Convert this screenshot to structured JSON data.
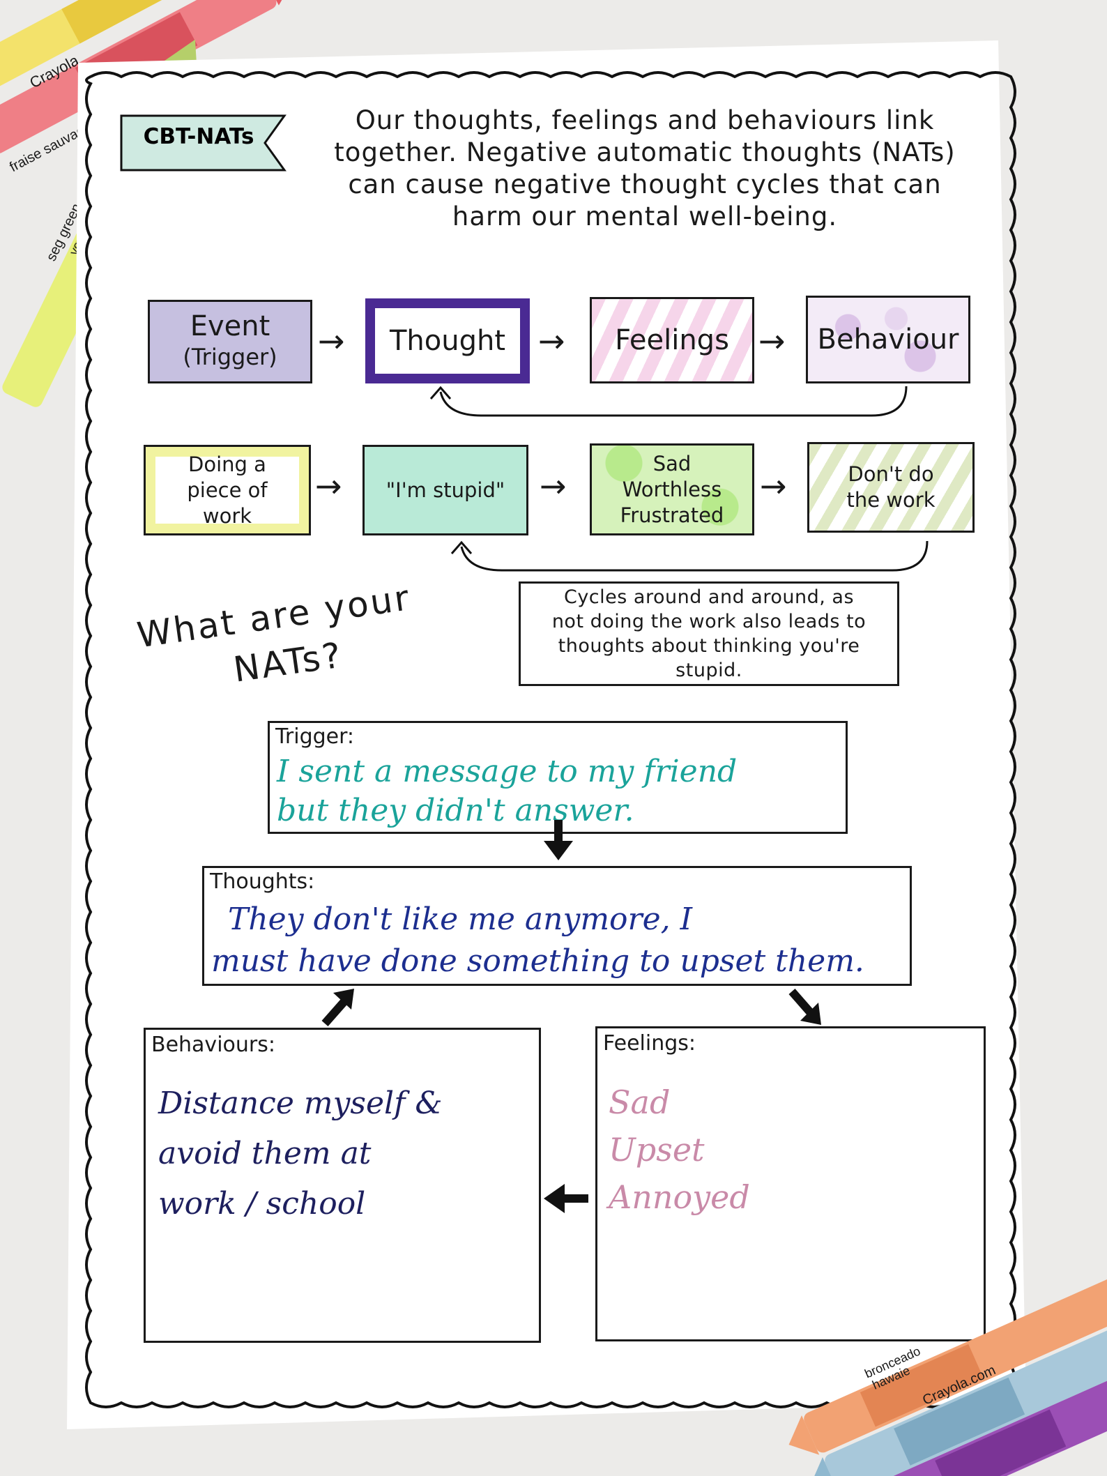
{
  "badge": "CBT-NATs",
  "intro": [
    "Our thoughts, feelings and behaviours link",
    "together. Negative automatic thoughts (NATs)",
    "can cause negative thought cycles that can",
    "harm our mental well-being."
  ],
  "cycle_generic": {
    "event": [
      "Event",
      "(Trigger)"
    ],
    "thought": "Thought",
    "feelings": "Feelings",
    "behaviour": "Behaviour"
  },
  "cycle_example": {
    "event": [
      "Doing a",
      "piece of",
      "work"
    ],
    "thought": "\"I'm stupid\"",
    "feelings": [
      "Sad",
      "Worthless",
      "Frustrated"
    ],
    "behaviour": [
      "Don't do",
      "the work"
    ]
  },
  "cycle_note": [
    "Cycles around and around, as",
    "not doing the work also leads to",
    "thoughts about thinking you're",
    "stupid."
  ],
  "question": [
    "What are your",
    "NATs?"
  ],
  "worksheet": {
    "trigger_label": "Trigger:",
    "trigger_text": [
      "I sent a message to my friend",
      "but they didn't answer."
    ],
    "thoughts_label": "Thoughts:",
    "thoughts_text": [
      "They don't like me anymore, I",
      "must have done something to upset them."
    ],
    "behaviours_label": "Behaviours:",
    "behaviours_text": [
      "Distance myself &",
      "avoid them at",
      "work / school"
    ],
    "feelings_label": "Feelings:",
    "feelings_text": [
      "Sad",
      "Upset",
      "Annoyed"
    ]
  },
  "crayons": {
    "top_left_1": "Crayola",
    "top_left_2": "fraise sauvage",
    "top_left_3": "seg green",
    "top_left_4": "verde mar",
    "bottom_right_1": "Crayola.com",
    "bottom_right_2": "bronceado",
    "bottom_right_3": "hawaie"
  },
  "colors": {
    "paper": "#ffffff",
    "ink": "#1a1a1a",
    "teal_pen": "#1aa39a",
    "blue_pen": "#1c2e8f",
    "navy_pen": "#1d1f5e",
    "pink_pen": "#c98aa8",
    "purple_shade": "#b7b0d6",
    "purple_frame": "#4a2a93",
    "pink_shade": "#e9b7d8",
    "violet_shade": "#c9a3d6",
    "yellow_shade": "#eef07a",
    "mint_shade": "#8fdcc0",
    "green_shade": "#a8e27a",
    "olive_shade": "#bfd48a"
  }
}
